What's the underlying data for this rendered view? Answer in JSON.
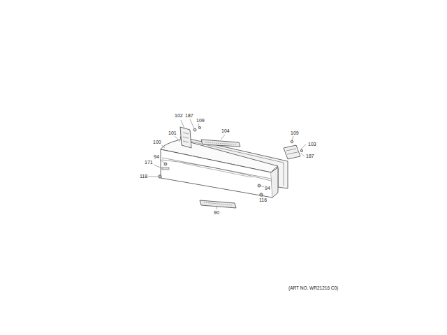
{
  "diagram": {
    "labels": [
      "102",
      "187",
      "109",
      "104",
      "109",
      "103",
      "187",
      "101",
      "100",
      "94",
      "171",
      "118",
      "94",
      "116",
      "90",
      "(ART NO. WR21216 C0)"
    ]
  }
}
